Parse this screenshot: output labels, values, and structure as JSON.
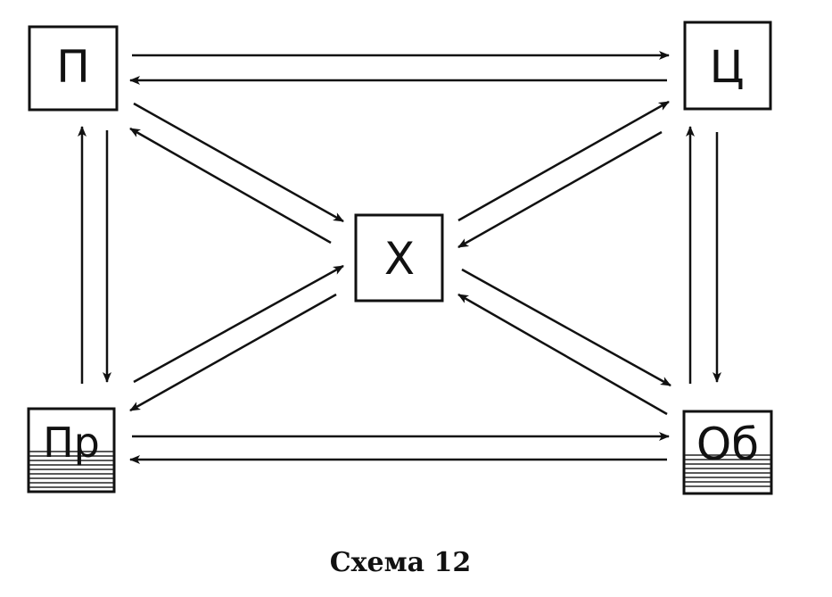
{
  "diagram": {
    "nodes": {
      "p": "П",
      "c": "Ц",
      "x": "Х",
      "pr": "Пр",
      "ob": "Об"
    },
    "caption": "Схема 12"
  },
  "colors": {
    "ink": "#111111",
    "background": "#ffffff"
  }
}
